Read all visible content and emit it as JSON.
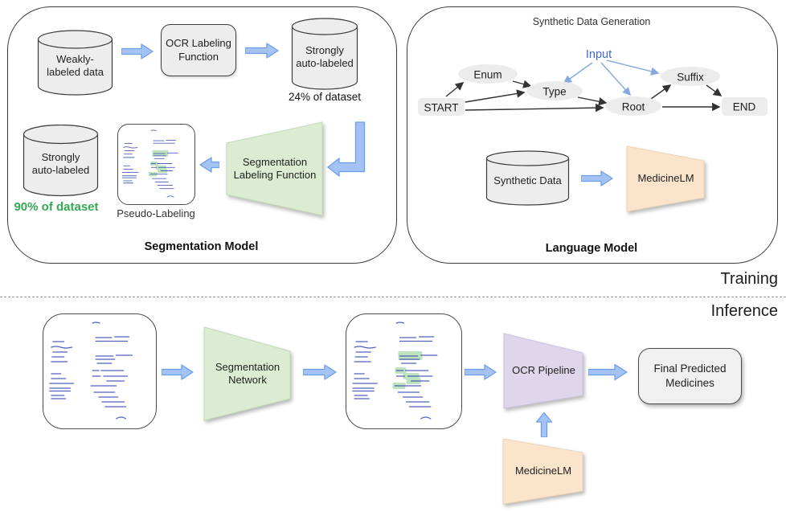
{
  "figure": {
    "training_label": "Training",
    "inference_label": "Inference"
  },
  "segmentation_panel": {
    "title": "Segmentation Model",
    "weakly_cyl": {
      "line1": "Weakly-",
      "line2": "labeled data"
    },
    "ocr_fn": {
      "line1": "OCR Labeling",
      "line2": "Function"
    },
    "strong_cyl_24": {
      "line1": "Strongly",
      "line2": "auto-labeled"
    },
    "pct_24": "24% of dataset",
    "strong_cyl_90": {
      "line1": "Strongly",
      "line2": "auto-labeled"
    },
    "pct_90": "90% of dataset",
    "pseudo_caption": "Pseudo-Labeling",
    "seg_fn": {
      "line1": "Segmentation",
      "line2": "Labeling Function"
    }
  },
  "language_panel": {
    "title": "Language Model",
    "subtitle": "Synthetic Data Generation",
    "fsm": {
      "input": "Input",
      "start": "START",
      "enum": "Enum",
      "type": "Type",
      "root": "Root",
      "suffix": "Suffix",
      "end": "END"
    },
    "synthetic_cyl": "Synthetic Data",
    "medicine_lm": "MedicineLM"
  },
  "inference_row": {
    "seg_net": {
      "line1": "Segmentation",
      "line2": "Network"
    },
    "ocr_pipeline": "OCR Pipeline",
    "medicine_lm": "MedicineLM",
    "final_box": {
      "line1": "Final Predicted",
      "line2": "Medicines"
    }
  },
  "colors": {
    "arrow_blue": "#a4c2f4",
    "arrow_blue_edge": "#6d9eeb",
    "green_block": "#dcecd2",
    "purple_block": "#ded7ec",
    "orange_block": "#fae5cc",
    "node_gray": "#ececec",
    "cylinder_gray": "#ededed",
    "green_text": "#34a853",
    "input_blue": "#3f6ac2",
    "ink_blue": "#4050b5",
    "highlight_green": "#a8dcaa"
  }
}
